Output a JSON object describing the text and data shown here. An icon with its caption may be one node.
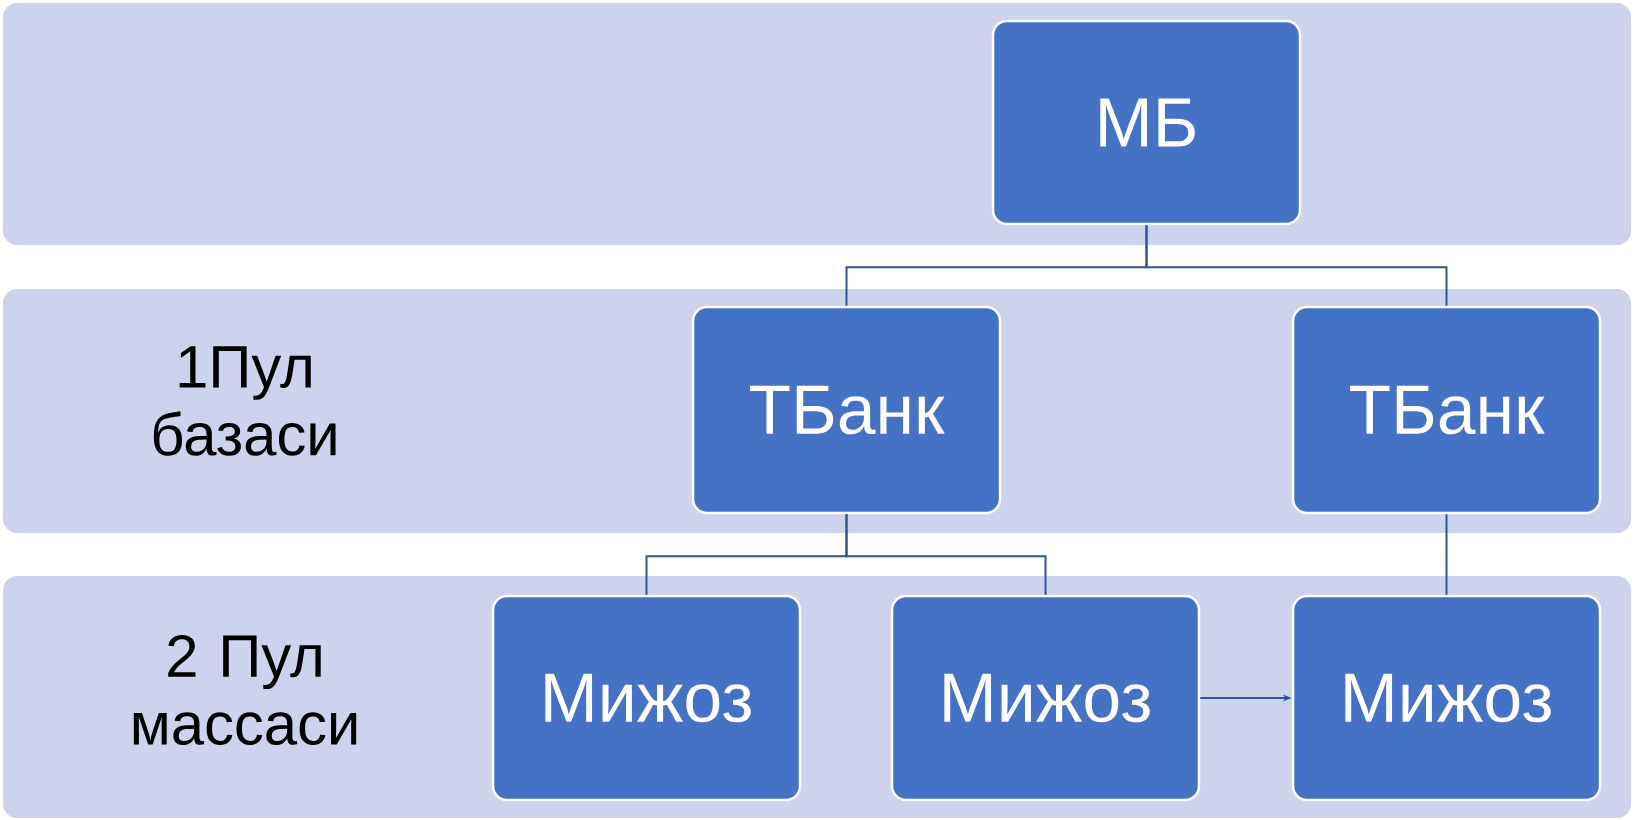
{
  "diagram": {
    "nodes": [
      {
        "text": [],
        "shape": "band"
      },
      {
        "text": [
          "МБ"
        ],
        "in": 0
      },
      {
        "text": [
          "1Пул базаси"
        ]
      },
      {
        "text": [
          "ТБанк"
        ],
        "in": 2
      },
      {
        "text": [
          "ТБанк"
        ],
        "in": 2
      },
      {
        "text": [
          "2 Пул массаси"
        ]
      },
      {
        "text": [
          "Мижоз"
        ],
        "in": 5
      },
      {
        "text": [
          "Мижоз"
        ],
        "in": 5
      },
      {
        "text": [
          "Мижоз"
        ],
        "in": 5
      }
    ],
    "edges": [
      {
        "from": 1,
        "to": 3,
        "arrow": "none"
      },
      {
        "from": 1,
        "to": 4,
        "arrow": "none"
      },
      {
        "from": 3,
        "to": 6,
        "arrow": "none"
      },
      {
        "from": 3,
        "to": 7,
        "arrow": "none"
      },
      {
        "from": 4,
        "to": 8,
        "arrow": "none"
      },
      {
        "from": 7,
        "to": 8,
        "arrow": "to"
      }
    ]
  }
}
